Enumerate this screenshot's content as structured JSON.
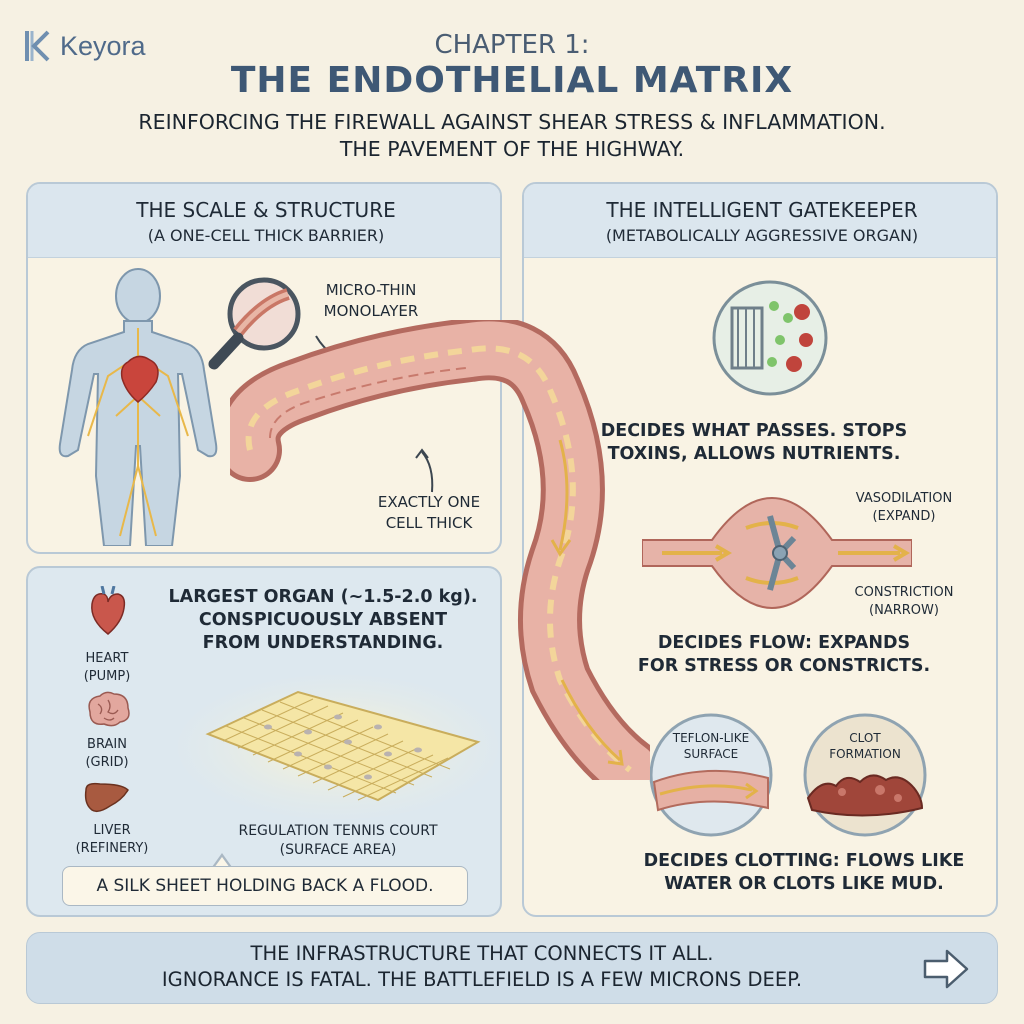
{
  "brand": {
    "name": "Keyora",
    "icon": "k-logo-icon"
  },
  "header": {
    "chapter": "CHAPTER 1:",
    "title": "THE ENDOTHELIAL MATRIX",
    "subtitle_line1": "REINFORCING THE FIREWALL AGAINST SHEAR STRESS & INFLAMMATION.",
    "subtitle_line2": "THE PAVEMENT OF THE HIGHWAY."
  },
  "scale_panel": {
    "title": "THE SCALE & STRUCTURE",
    "subtitle": "(A ONE-CELL THICK BARRIER)",
    "label_monolayer_1": "MICRO-THIN",
    "label_monolayer_2": "MONOLAYER",
    "label_thick_1": "EXACTLY ONE",
    "label_thick_2": "CELL THICK"
  },
  "organ_panel": {
    "heading_1": "LARGEST ORGAN (~1.5-2.0 kg).",
    "heading_2": "CONSPICUOUSLY ABSENT",
    "heading_3": "FROM UNDERSTANDING.",
    "heart_1": "HEART",
    "heart_2": "(PUMP)",
    "brain_1": "BRAIN",
    "brain_2": "(GRID)",
    "liver_1": "LIVER",
    "liver_2": "(REFINERY)",
    "court_1": "REGULATION TENNIS COURT",
    "court_2": "(SURFACE AREA)",
    "callout": "A SILK SHEET HOLDING BACK A FLOOD."
  },
  "gate_panel": {
    "title": "THE INTELLIGENT GATEKEEPER",
    "subtitle": "(METABOLICALLY AGGRESSIVE ORGAN)",
    "passes_1": "DECIDES WHAT PASSES. STOPS",
    "passes_2": "TOXINS, ALLOWS NUTRIENTS.",
    "vaso_1": "VASODILATION",
    "vaso_2": "(EXPAND)",
    "constrict_1": "CONSTRICTION",
    "constrict_2": "(NARROW)",
    "flow_1": "DECIDES FLOW: EXPANDS",
    "flow_2": "FOR STRESS OR CONSTRICTS.",
    "teflon_1": "TEFLON-LIKE",
    "teflon_2": "SURFACE",
    "clot_1": "CLOT",
    "clot_2": "FORMATION",
    "clotting_1": "DECIDES CLOTTING: FLOWS LIKE",
    "clotting_2": "WATER OR CLOTS LIKE MUD."
  },
  "footer": {
    "line1": "THE INFRASTRUCTURE THAT CONNECTS IT ALL.",
    "line2": "IGNORANCE IS FATAL. THE BATTLEFIELD IS A FEW MICRONS DEEP.",
    "arrow_icon": "arrow-right-icon"
  },
  "colors": {
    "background": "#f6f1e3",
    "panel_header": "#dbe6ee",
    "panel_border": "#b9c9d6",
    "title_blue": "#3e5875",
    "vessel": "#d98d86",
    "footer_bg": "#cfdde8"
  }
}
